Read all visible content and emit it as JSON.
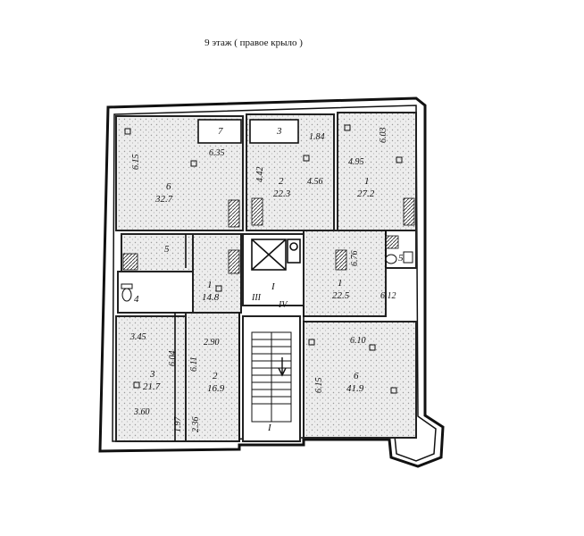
{
  "title": "9 этаж ( правое крыло )",
  "rooms": {
    "r6_top_left": {
      "number": "6",
      "area": "32.7",
      "dim_side": "6.15",
      "dim_top": "6.35"
    },
    "r7_balcony": {
      "number": "7"
    },
    "r2_top_mid": {
      "number": "2",
      "area": "22.3",
      "dim_left": "4.42",
      "dim_right": "4.56"
    },
    "r3_balcony": {
      "number": "3",
      "dim": "1.84"
    },
    "r1_top_right": {
      "number": "1",
      "area": "27.2",
      "dim_left": "4.95",
      "dim_right": "6.03"
    },
    "r5_left": {
      "number": "5"
    },
    "r4_left": {
      "number": "4"
    },
    "r1_mid_left": {
      "number": "1",
      "area": "14.8"
    },
    "lift_lobby": {
      "number_roman_left": "III",
      "label": "I",
      "number_roman_right": "IV"
    },
    "r1_mid_right": {
      "number": "1",
      "area": "22.5",
      "dim_left": "6.76",
      "dim_right": "6.12"
    },
    "r5_right": {
      "number": "5"
    },
    "r3_bottom_left": {
      "number": "3",
      "area": "21.7",
      "dim_top": "3.45",
      "dim_side": "6.04",
      "dim_bottom": "3.60"
    },
    "r2_bottom_mid": {
      "number": "2",
      "area": "16.9",
      "dim_top": "2.90",
      "dim_side": "6.11",
      "dim_small1": "1.97",
      "dim_small2": "2.36"
    },
    "stair": {
      "label": "I"
    },
    "r6_bottom_right": {
      "number": "6",
      "area": "41.9",
      "dim_top": "6.10",
      "dim_side": "6.15"
    }
  }
}
